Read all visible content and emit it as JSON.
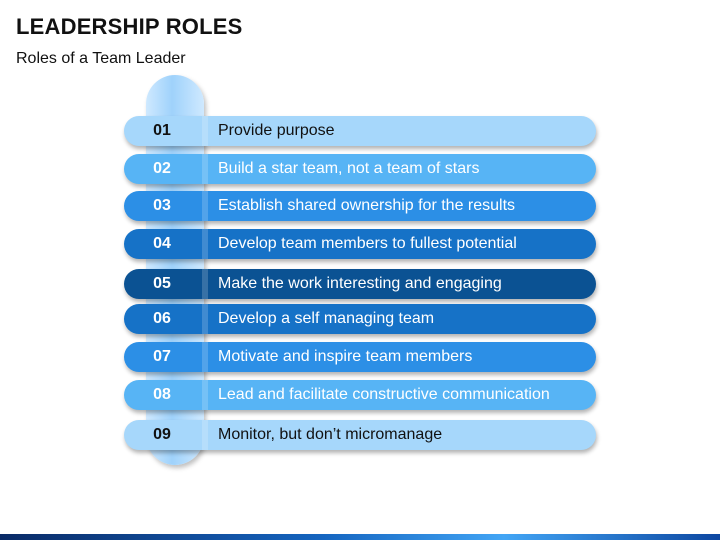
{
  "header": {
    "title": "LEADERSHIP ROLES",
    "subtitle": "Roles of a Team Leader"
  },
  "items": [
    {
      "number": "01",
      "text": "Provide purpose",
      "color": "#a6d7fb",
      "text_color": "#111111"
    },
    {
      "number": "02",
      "text": "Build a star team, not a team of stars",
      "color": "#57b4f5",
      "text_color": "#ffffff"
    },
    {
      "number": "03",
      "text": "Establish shared ownership for the results",
      "color": "#2c8fe6",
      "text_color": "#ffffff"
    },
    {
      "number": "04",
      "text": "Develop team members to fullest potential",
      "color": "#1672c7",
      "text_color": "#ffffff"
    },
    {
      "number": "05",
      "text": "Make the work interesting and engaging",
      "color": "#0b5293",
      "text_color": "#ffffff"
    },
    {
      "number": "06",
      "text": "Develop a self managing team",
      "color": "#1672c7",
      "text_color": "#ffffff"
    },
    {
      "number": "07",
      "text": "Motivate and inspire team members",
      "color": "#2c8fe6",
      "text_color": "#ffffff"
    },
    {
      "number": "08",
      "text": "Lead and facilitate constructive communication",
      "color": "#57b4f5",
      "text_color": "#ffffff"
    },
    {
      "number": "09",
      "text": "Monitor, but don’t micromanage",
      "color": "#a6d7fb",
      "text_color": "#111111"
    }
  ]
}
